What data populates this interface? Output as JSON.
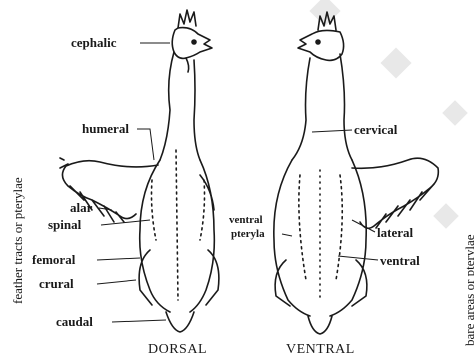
{
  "side_labels": {
    "left": "feather tracts or pterylae",
    "right": "bare areas or pterylae"
  },
  "dorsal_labels": {
    "cephalic": "cephalic",
    "humeral": "humeral",
    "alar": "alar",
    "spinal": "spinal",
    "femoral": "femoral",
    "crural": "crural",
    "caudal": "caudal"
  },
  "ventral_labels": {
    "cervical": "cervical",
    "ventral_pteryla_line1": "ventral",
    "ventral_pteryla_line2": "pteryla",
    "lateral": "lateral",
    "ventral": "ventral"
  },
  "captions": {
    "dorsal": "DORSAL",
    "ventral": "VENTRAL"
  },
  "colors": {
    "ink": "#1a1a1a",
    "watermark": "#e8e8e8"
  }
}
